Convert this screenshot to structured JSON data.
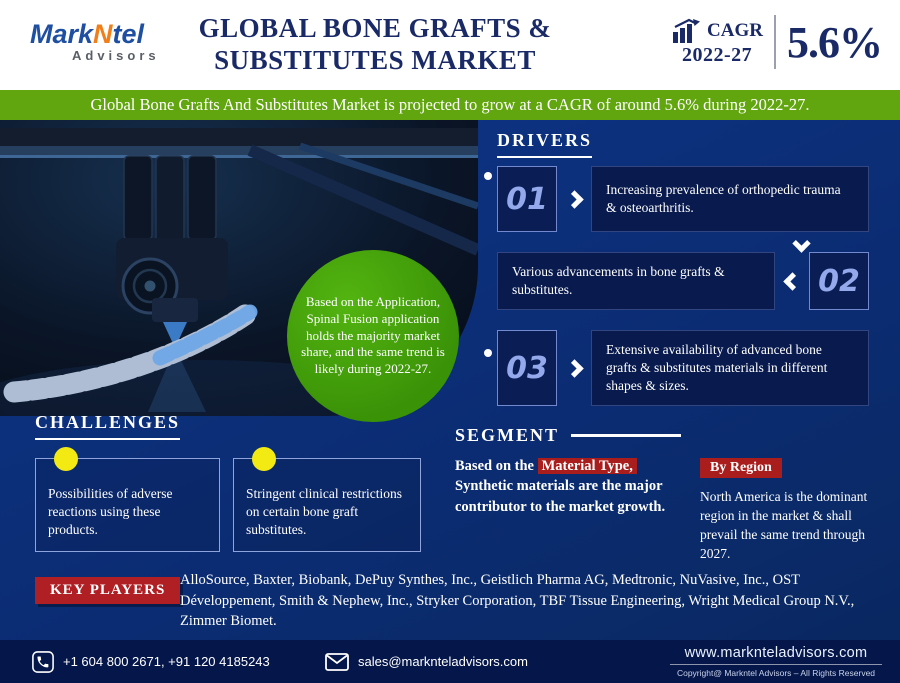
{
  "colors": {
    "navy": "#1a2a66",
    "banner_green": "#61a60e",
    "callout_green": "#3f9c0a",
    "main_blue": "#0c2e78",
    "accent_red": "#a91d1d",
    "bullet_yellow": "#f2ea12"
  },
  "header": {
    "logo": {
      "part1": "Mark",
      "part2": "N",
      "part3": "tel",
      "subtitle": "Advisors"
    },
    "title_line1": "GLOBAL BONE GRAFTS &",
    "title_line2": "SUBSTITUTES MARKET",
    "cagr": {
      "icon": "bar-chart-growth-icon",
      "label": "CAGR",
      "period": "2022-27",
      "value": "5.6%"
    }
  },
  "banner": {
    "text": "Global Bone Grafts And Substitutes Market is projected to grow at a CAGR of around 5.6% during 2022-27."
  },
  "callout": {
    "text": "Based on the Application, Spinal Fusion application holds the majority market share, and the same trend is likely during 2022-27."
  },
  "drivers": {
    "heading": "DRIVERS",
    "items": [
      {
        "number": "01",
        "text": "Increasing prevalence of orthopedic trauma & osteoarthritis."
      },
      {
        "number": "02",
        "text": "Various advancements in bone grafts & substitutes."
      },
      {
        "number": "03",
        "text": "Extensive availability of advanced bone grafts & substitutes materials in different shapes & sizes."
      }
    ]
  },
  "challenges": {
    "heading": "CHALLENGES",
    "items": [
      {
        "text": "Possibilities of adverse reactions using these products."
      },
      {
        "text": "Stringent clinical restrictions on certain bone graft substitutes."
      }
    ]
  },
  "segment": {
    "heading": "SEGMENT",
    "material_prefix": "Based on the ",
    "material_highlight": "Material Type,",
    "material_rest": " Synthetic materials are the major contributor to the market growth.",
    "region_label": "By Region",
    "region_text": "North America is the dominant region in the market & shall prevail the same trend through 2027."
  },
  "key_players": {
    "label": "KEY PLAYERS",
    "companies": "AlloSource, Baxter, Biobank, DePuy Synthes, Inc., Geistlich Pharma AG, Medtronic, NuVasive, Inc., OST Développement, Smith & Nephew, Inc., Stryker Corporation, TBF Tissue Engineering, Wright Medical Group N.V., Zimmer Biomet."
  },
  "footer": {
    "phone_icon": "phone-icon",
    "phone": "+1 604 800 2671, +91 120 4185243",
    "email_icon": "envelope-icon",
    "email": "sales@marknteladvisors.com",
    "website": "www.marknteladvisors.com",
    "copyright": "Copyright@ Markntel Advisors – All Rights Reserved"
  }
}
